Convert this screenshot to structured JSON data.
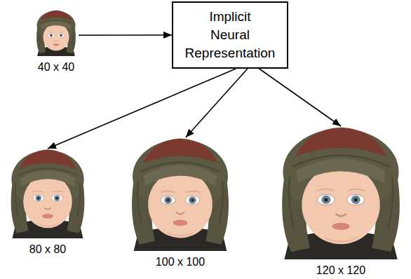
{
  "diagram": {
    "nodes": [
      {
        "text": [
          "40 x 40"
        ]
      },
      {
        "text": [
          "Implicit Neural Representation"
        ]
      },
      {
        "text": [
          "80 x 80"
        ]
      },
      {
        "text": [
          "100 x 100"
        ]
      },
      {
        "text": [
          "120 x 120"
        ]
      }
    ],
    "edges": [
      {
        "from": 0,
        "to": 1,
        "arrow": "to"
      },
      {
        "from": 1,
        "to": 2,
        "arrow": "to"
      },
      {
        "from": 1,
        "to": 3,
        "arrow": "to"
      },
      {
        "from": 1,
        "to": 4,
        "arrow": "to"
      }
    ]
  }
}
